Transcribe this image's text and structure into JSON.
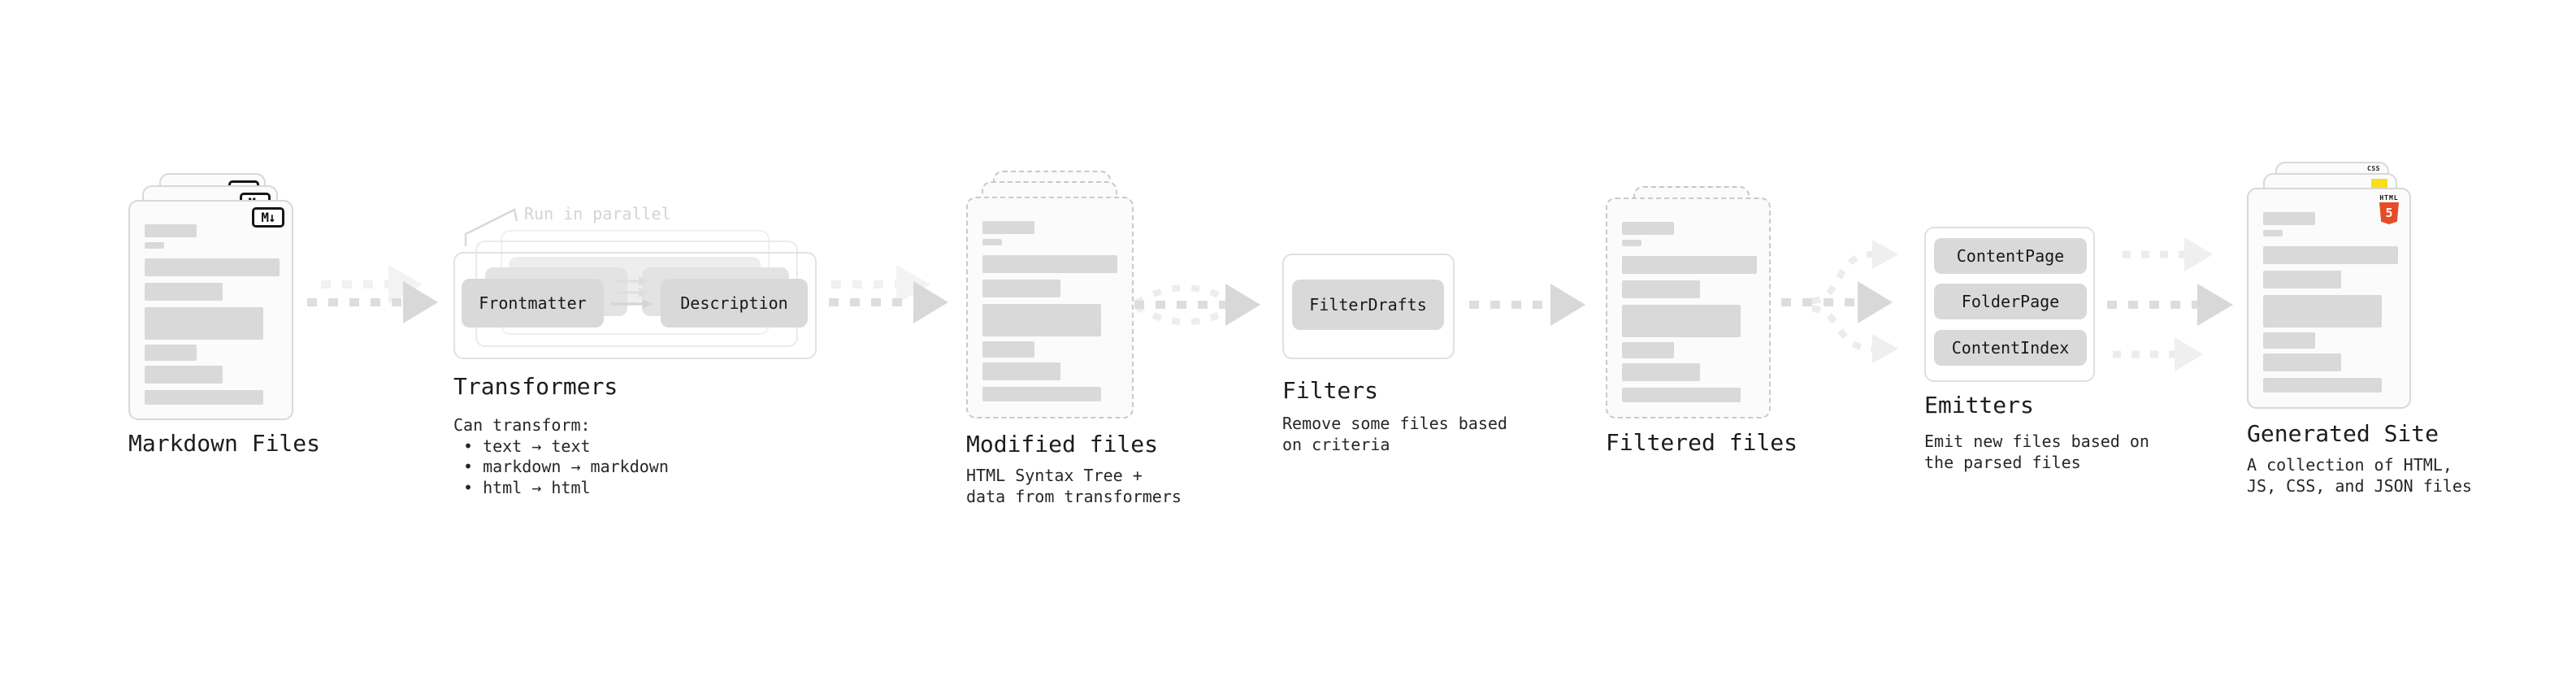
{
  "diagram": {
    "stages": {
      "markdown": {
        "title": "Markdown Files",
        "file_badge": "M↓"
      },
      "transformers": {
        "title": "Transformers",
        "note": "Run in parallel",
        "input_box": "Frontmatter",
        "output_box": "Description",
        "desc_heading": "Can transform:",
        "bullets": [
          "• text → text",
          "• markdown → markdown",
          "• html → html"
        ]
      },
      "modified": {
        "title": "Modified files",
        "desc_line1": "HTML Syntax Tree +",
        "desc_line2": "data from transformers"
      },
      "filters": {
        "title": "Filters",
        "box": "FilterDrafts",
        "desc_line1": "Remove some files based",
        "desc_line2": "on criteria"
      },
      "filtered": {
        "title": "Filtered files"
      },
      "emitters": {
        "title": "Emitters",
        "boxes": [
          "ContentPage",
          "FolderPage",
          "ContentIndex"
        ],
        "desc_line1": "Emit new files based on",
        "desc_line2": "the parsed files"
      },
      "generated": {
        "title": "Generated Site",
        "desc_line1": "A collection of HTML,",
        "desc_line2": "JS, CSS, and JSON files",
        "html_badge_word": "HTML",
        "html_badge_number": "5",
        "css_badge_word": "CSS"
      }
    },
    "colors": {
      "html5_orange": "#e44d26",
      "js_yellow": "#f7df1e",
      "css_blue": "#2965f1",
      "skeleton_gray": "#d9d9d9",
      "pill_gray": "#d9d9d9",
      "arrow_gray": "#d8d8d8",
      "ghost_gray": "#f1f1f1",
      "note_gray": "#d4d4d4"
    }
  }
}
